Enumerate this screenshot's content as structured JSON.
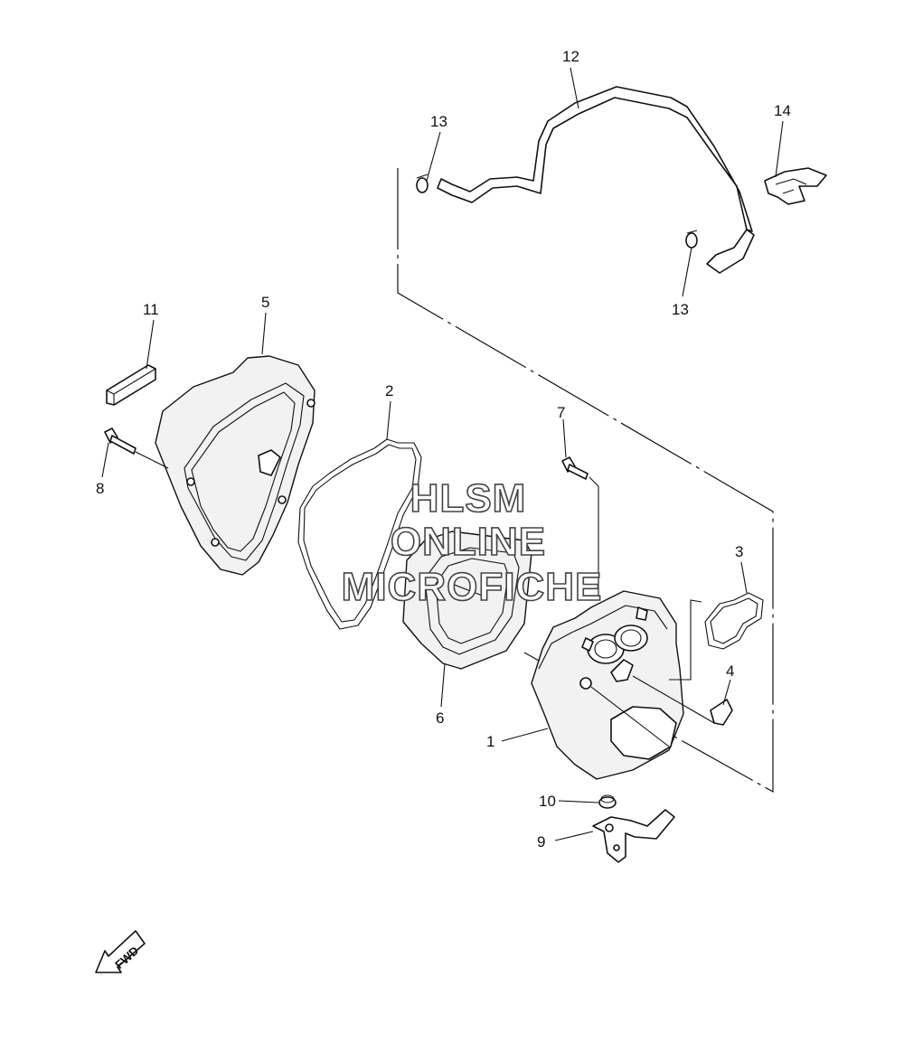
{
  "callouts": {
    "c1": "1",
    "c2": "2",
    "c3": "3",
    "c4": "4",
    "c5": "5",
    "c6": "6",
    "c7": "7",
    "c8": "8",
    "c9": "9",
    "c10": "10",
    "c11": "11",
    "c12": "12",
    "c13a": "13",
    "c13b": "13",
    "c14": "14"
  },
  "watermark": {
    "line1": "HLSM",
    "line2": "ONLINE",
    "line3": "MICROFICHE"
  },
  "fwd_label": "FWD"
}
